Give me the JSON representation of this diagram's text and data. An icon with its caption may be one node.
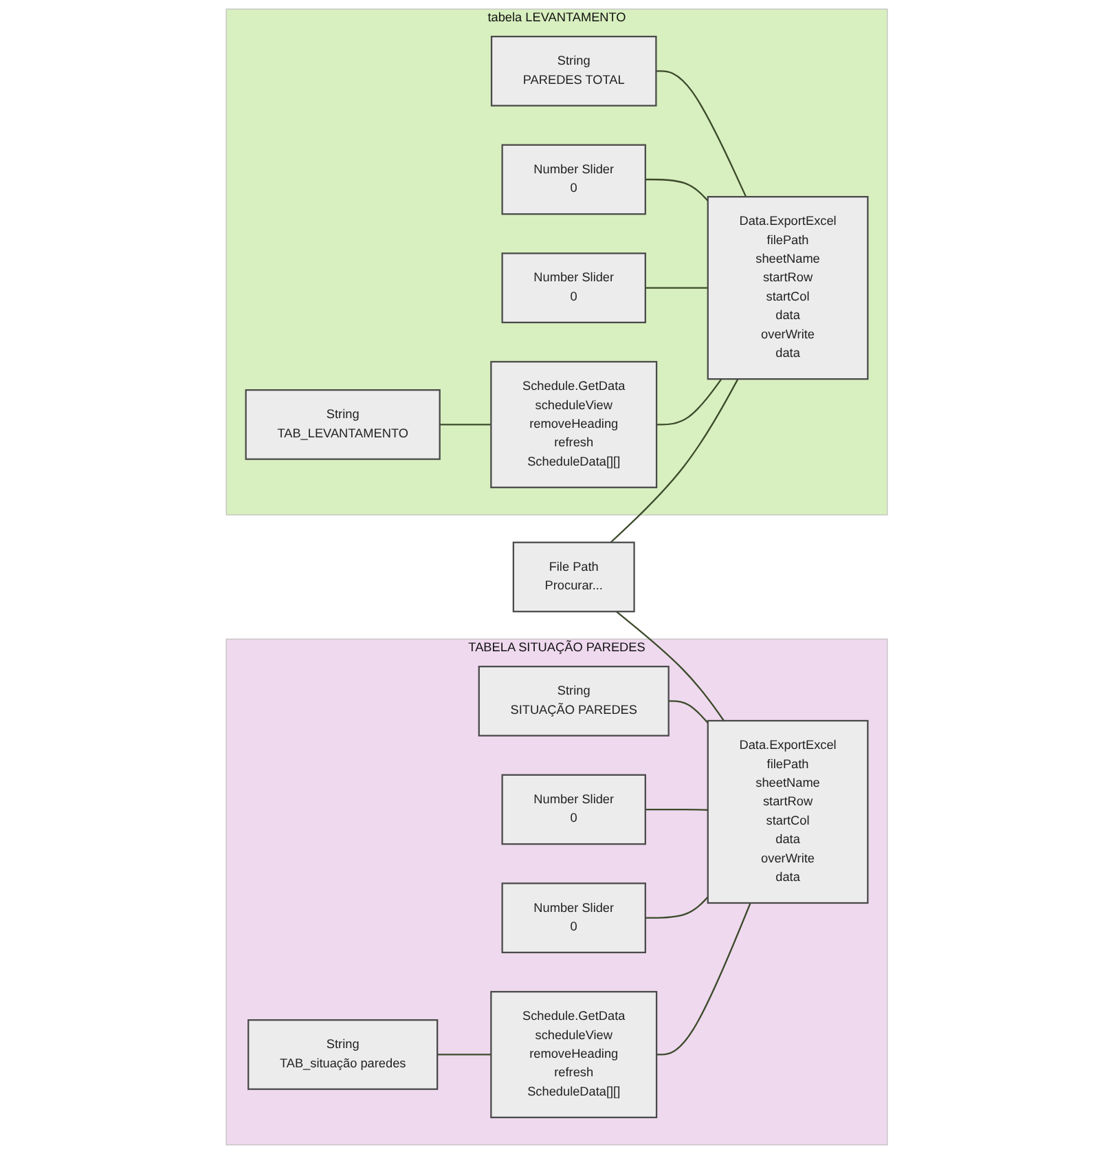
{
  "diagram": {
    "nodes": [
      {
        "text": [
          "tabela LEVANTAMENTO"
        ]
      },
      {
        "text": [
          "String",
          "PAREDES TOTAL"
        ],
        "in": 0
      },
      {
        "text": [
          "Number Slider",
          "0"
        ],
        "in": 0
      },
      {
        "text": [
          "Number Slider",
          "0"
        ],
        "in": 0
      },
      {
        "text": [
          "String",
          "TAB_LEVANTAMENTO"
        ],
        "in": 0
      },
      {
        "text": [
          "Schedule.GetData",
          "scheduleView",
          "removeHeading",
          "refresh",
          "ScheduleData[][]"
        ],
        "in": 0
      },
      {
        "text": [
          "Data.ExportExcel",
          "filePath",
          "sheetName",
          "startRow",
          "startCol",
          "data",
          "overWrite",
          "data"
        ],
        "in": 0
      },
      {
        "text": [
          "File Path",
          "Procurar..."
        ]
      },
      {
        "text": [
          "TABELA SITUAÇÃO PAREDES"
        ]
      },
      {
        "text": [
          "String",
          "SITUAÇÃO PAREDES"
        ],
        "in": 8
      },
      {
        "text": [
          "Number Slider",
          "0"
        ],
        "in": 8
      },
      {
        "text": [
          "Number Slider",
          "0"
        ],
        "in": 8
      },
      {
        "text": [
          "String",
          "TAB_situação paredes"
        ],
        "in": 8
      },
      {
        "text": [
          "Schedule.GetData",
          "scheduleView",
          "removeHeading",
          "refresh",
          "ScheduleData[][]"
        ],
        "in": 8
      },
      {
        "text": [
          "Data.ExportExcel",
          "filePath",
          "sheetName",
          "startRow",
          "startCol",
          "data",
          "overWrite",
          "data"
        ],
        "in": 8
      }
    ],
    "edges": [
      {
        "from": 7,
        "to": 6,
        "arrow": "none"
      },
      {
        "from": 1,
        "to": 6,
        "arrow": "none"
      },
      {
        "from": 2,
        "to": 6,
        "arrow": "none"
      },
      {
        "from": 3,
        "to": 6,
        "arrow": "none"
      },
      {
        "from": 4,
        "to": 5,
        "arrow": "none"
      },
      {
        "from": 5,
        "to": 6,
        "arrow": "none"
      },
      {
        "from": 7,
        "to": 14,
        "arrow": "none"
      },
      {
        "from": 9,
        "to": 14,
        "arrow": "none"
      },
      {
        "from": 10,
        "to": 14,
        "arrow": "none"
      },
      {
        "from": 11,
        "to": 14,
        "arrow": "none"
      },
      {
        "from": 12,
        "to": 13,
        "arrow": "none"
      },
      {
        "from": 13,
        "to": 14,
        "arrow": "none"
      }
    ]
  }
}
